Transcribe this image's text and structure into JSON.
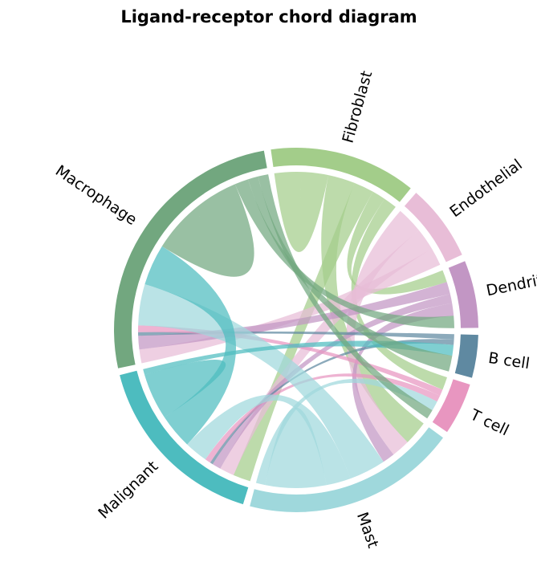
{
  "chart_data": {
    "type": "chord",
    "title": "Ligand-receptor chord diagram",
    "segments": [
      {
        "name": "Fibroblast",
        "color": "#a3cd8a",
        "size": 48
      },
      {
        "name": "Endothelial",
        "color": "#e8bdd7",
        "size": 25
      },
      {
        "name": "Dendritic",
        "color": "#c296c4",
        "size": 22
      },
      {
        "name": "B cell",
        "color": "#5f89a1",
        "size": 14
      },
      {
        "name": "T cell",
        "color": "#e896c0",
        "size": 17
      },
      {
        "name": "Mast",
        "color": "#9fd8dc",
        "size": 70
      },
      {
        "name": "Malignant",
        "color": "#4dbcbf",
        "size": 60
      },
      {
        "name": "Macrophage",
        "color": "#72a77f",
        "size": 94
      }
    ],
    "links": [
      {
        "source": "Fibroblast",
        "target": "Fibroblast",
        "weight": 8
      },
      {
        "source": "Fibroblast",
        "target": "Mast",
        "weight": 8
      },
      {
        "source": "Fibroblast",
        "target": "Malignant",
        "weight": 6
      },
      {
        "source": "Fibroblast",
        "target": "Dendritic",
        "weight": 4
      },
      {
        "source": "Fibroblast",
        "target": "T cell",
        "weight": 4
      },
      {
        "source": "Endothelial",
        "target": "Mast",
        "weight": 6
      },
      {
        "source": "Endothelial",
        "target": "Malignant",
        "weight": 5
      },
      {
        "source": "Endothelial",
        "target": "Macrophage",
        "weight": 4
      },
      {
        "source": "Dendritic",
        "target": "Macrophage",
        "weight": 4
      },
      {
        "source": "Dendritic",
        "target": "Malignant",
        "weight": 3
      },
      {
        "source": "Dendritic",
        "target": "Mast",
        "weight": 4
      },
      {
        "source": "B cell",
        "target": "Macrophage",
        "weight": 1
      },
      {
        "source": "B cell",
        "target": "Malignant",
        "weight": 1
      },
      {
        "source": "T cell",
        "target": "Macrophage",
        "weight": 2
      },
      {
        "source": "T cell",
        "target": "Malignant",
        "weight": 2
      },
      {
        "source": "Mast",
        "target": "Macrophage",
        "weight": 12
      },
      {
        "source": "Mast",
        "target": "Malignant",
        "weight": 8
      },
      {
        "source": "Mast",
        "target": "Mast",
        "weight": 10
      },
      {
        "source": "Mast",
        "target": "T cell",
        "weight": 3
      },
      {
        "source": "Malignant",
        "target": "Macrophage",
        "weight": 12
      },
      {
        "source": "Malignant",
        "target": "Malignant",
        "weight": 8
      },
      {
        "source": "Malignant",
        "target": "B cell",
        "weight": 2
      },
      {
        "source": "Macrophage",
        "target": "Macrophage",
        "weight": 14
      },
      {
        "source": "Macrophage",
        "target": "Dendritic",
        "weight": 4
      },
      {
        "source": "Macrophage",
        "target": "B cell",
        "weight": 3
      },
      {
        "source": "Macrophage",
        "target": "T cell",
        "weight": 3
      }
    ],
    "legend": "none",
    "grid": false
  }
}
